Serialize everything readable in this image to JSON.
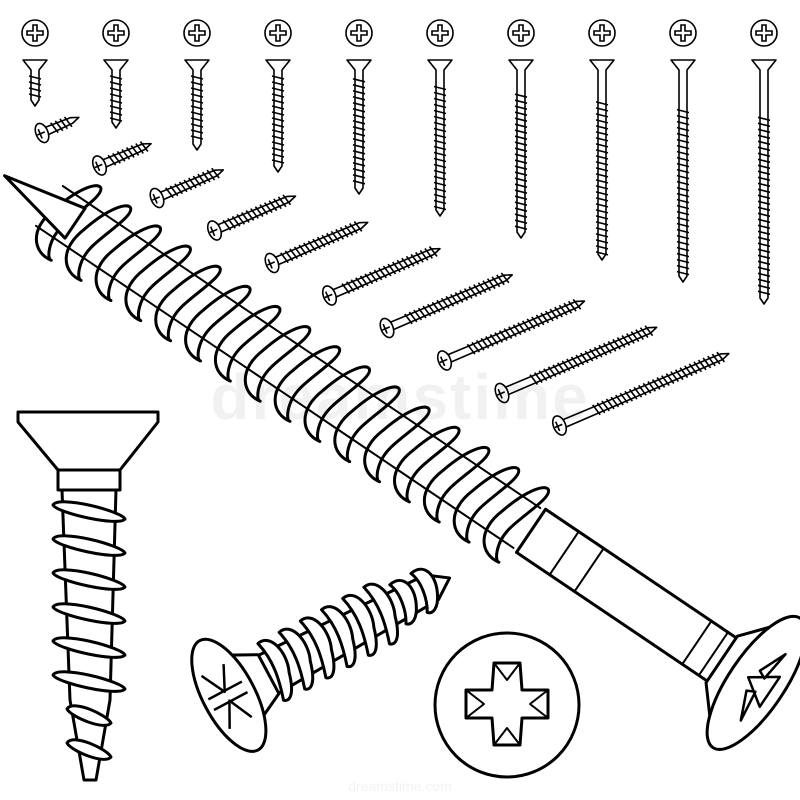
{
  "illustration": {
    "background": "#ffffff",
    "stroke": "#000000",
    "fill": "#ffffff",
    "vertical_screw_row_count": 10,
    "diagonal_screw_row_count": 10
  },
  "watermark": {
    "brand": "dreamstime",
    "url": "dreamstime.com"
  }
}
